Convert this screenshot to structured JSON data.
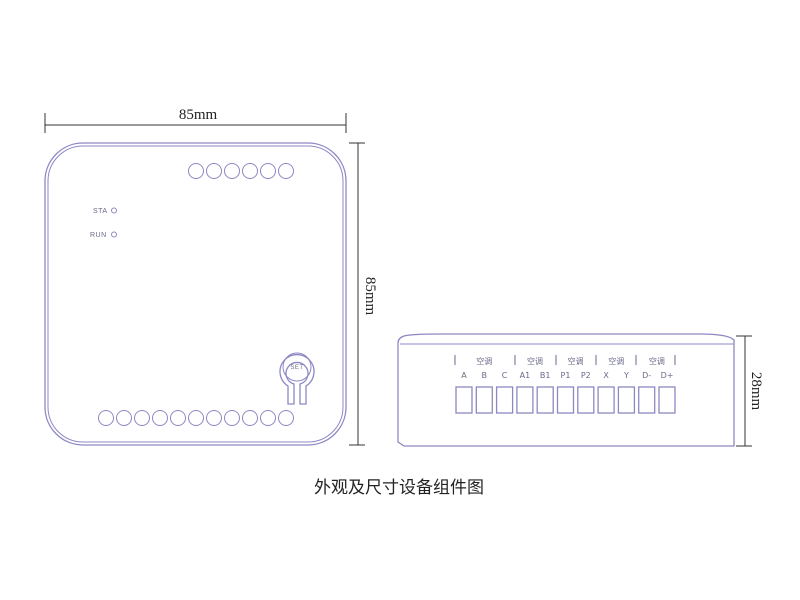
{
  "top_view": {
    "width_label": "85mm",
    "height_label": "85mm",
    "sta_label": "STA",
    "run_label": "RUN",
    "set_label": "SET",
    "top_hole_count": 6,
    "bottom_hole_count": 11
  },
  "side_view": {
    "height_label": "28mm",
    "groups": [
      "空调",
      "空调",
      "空调",
      "空调",
      "空调"
    ],
    "terminals": [
      "A",
      "B",
      "C",
      "A1",
      "B1",
      "P1",
      "P2",
      "X",
      "Y",
      "D-",
      "D+"
    ]
  },
  "caption": "外观及尺寸设备组件图",
  "colors": {
    "outline": "#8d88c4",
    "dimension": "#333333",
    "label": "#6a6a8a"
  }
}
